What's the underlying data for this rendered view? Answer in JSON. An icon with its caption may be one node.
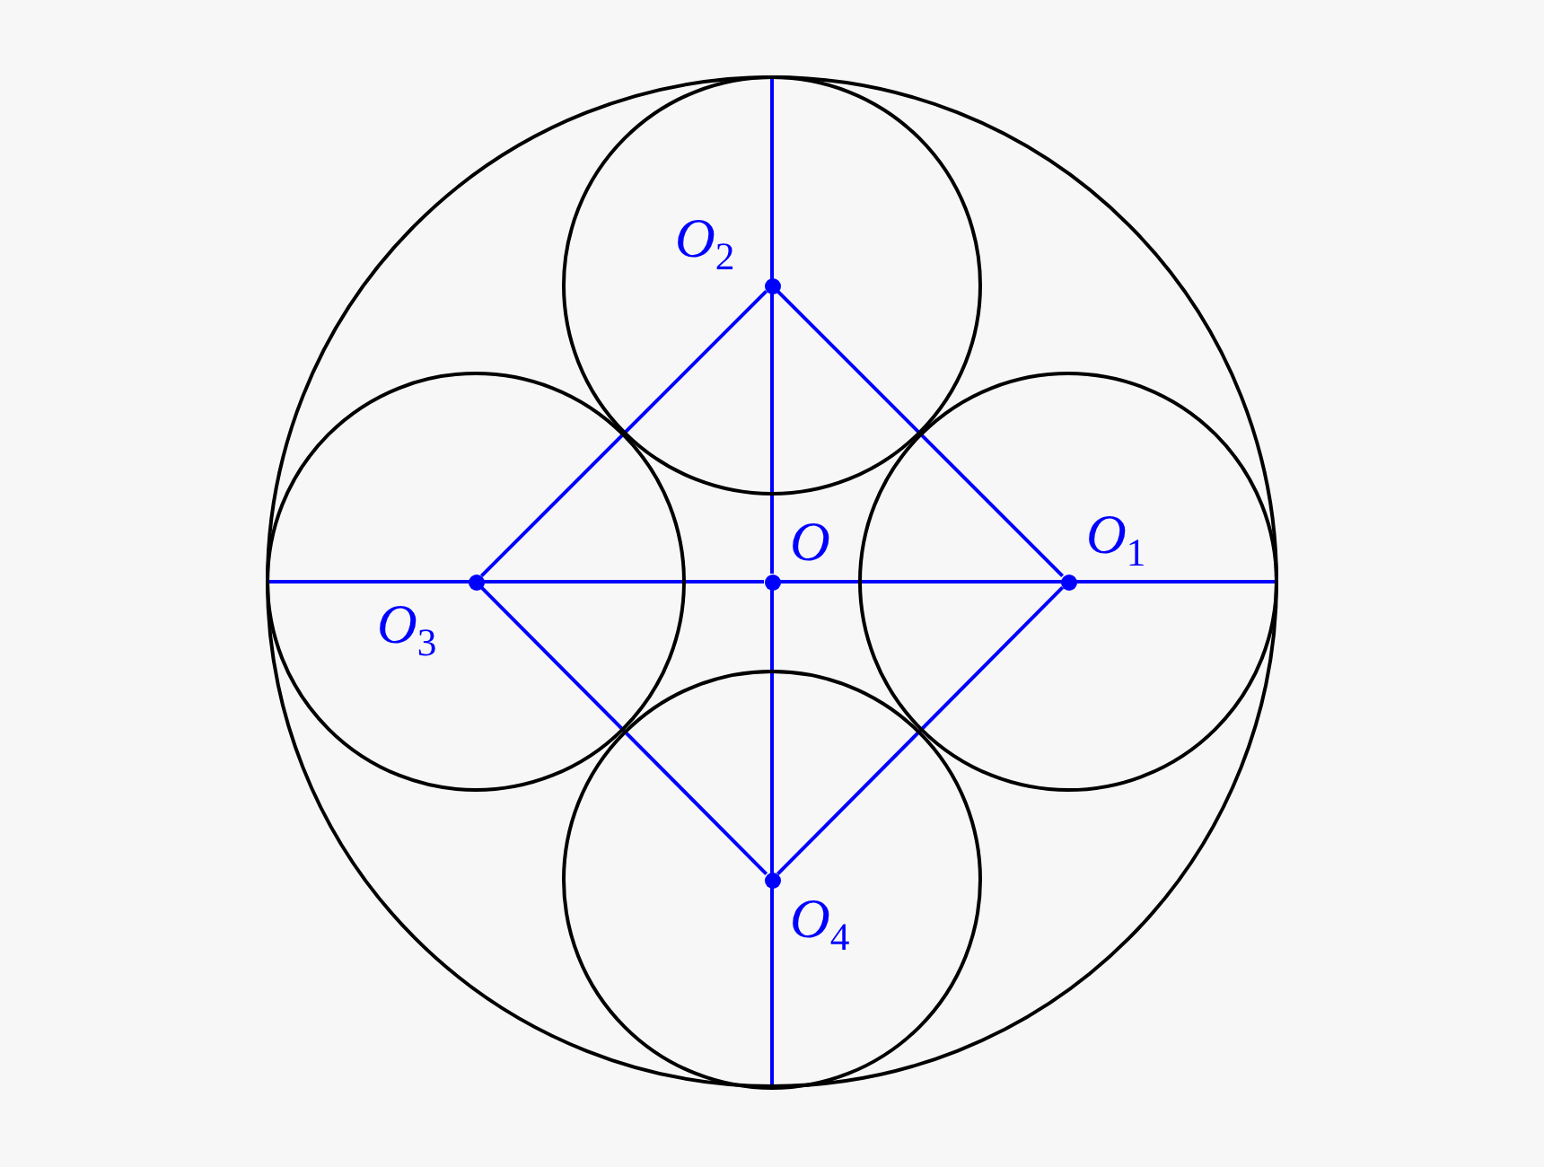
{
  "diagram": {
    "nodes": [
      {
        "text": [],
        "shape": "circle"
      },
      {
        "text": [],
        "shape": "circle",
        "in": 0
      },
      {
        "text": [],
        "shape": "circle",
        "in": 0
      },
      {
        "text": [],
        "shape": "circle",
        "in": 0
      },
      {
        "text": [],
        "shape": "circle",
        "in": 0
      },
      {
        "text": [
          "O$_{2}$"
        ],
        "in": 1
      },
      {
        "text": [
          "O$_{3}$"
        ],
        "in": 2
      },
      {
        "text": [
          "O"
        ],
        "in": 0
      },
      {
        "text": [
          "O$_{1}$"
        ],
        "in": 3
      },
      {
        "text": [
          "O$_{4}$"
        ],
        "in": 4
      }
    ],
    "edges": [
      {
        "from": 8,
        "to": 5,
        "arrow": "none"
      },
      {
        "from": 5,
        "to": 6,
        "arrow": "none"
      },
      {
        "from": 6,
        "to": 9,
        "arrow": "none"
      },
      {
        "from": 9,
        "to": 8,
        "arrow": "none"
      },
      {
        "from": 0,
        "to": 6,
        "arrow": "none"
      },
      {
        "from": 6,
        "to": 7,
        "arrow": "none"
      },
      {
        "from": 7,
        "to": 8,
        "arrow": "none"
      },
      {
        "from": 8,
        "to": 0,
        "arrow": "none"
      },
      {
        "from": 0,
        "to": 5,
        "arrow": "none"
      },
      {
        "from": 5,
        "to": 7,
        "arrow": "none"
      },
      {
        "from": 7,
        "to": 9,
        "arrow": "none"
      },
      {
        "from": 9,
        "to": 0,
        "arrow": "none"
      }
    ]
  }
}
